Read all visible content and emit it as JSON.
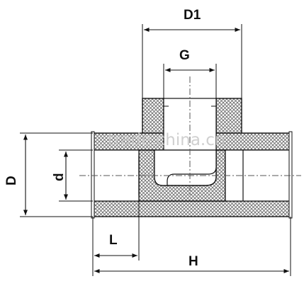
{
  "labels": {
    "D1": "D1",
    "G": "G",
    "D": "D",
    "d": "d",
    "L": "L",
    "H": "H"
  },
  "watermark": "trade.china.cn",
  "colors": {
    "outline": "#111111",
    "hatch": "#666666",
    "fill": "#ffffff",
    "watermark": "#c8c8c8"
  }
}
